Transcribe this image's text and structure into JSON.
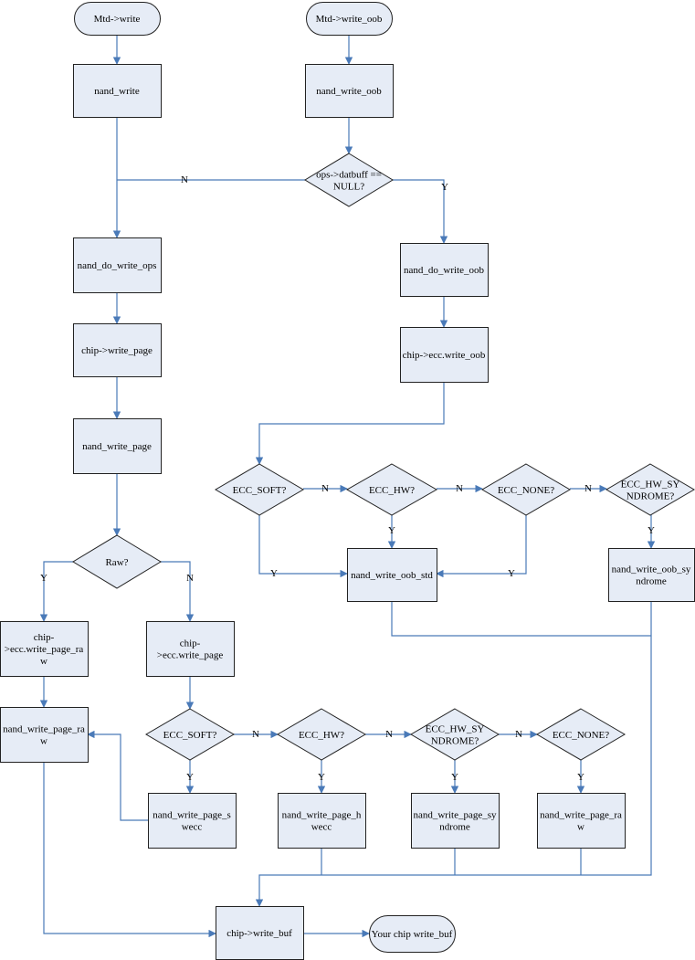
{
  "colors": {
    "box_fill": "#e6ecf6",
    "stroke": "#222222",
    "line": "#4a7ab8"
  },
  "nodes": {
    "mtd_write": {
      "lines": [
        "Mtd->write"
      ]
    },
    "mtd_write_oob": {
      "lines": [
        "Mtd->write_oob"
      ]
    },
    "nand_write": {
      "lines": [
        "nand_write"
      ]
    },
    "nand_write_oob": {
      "lines": [
        "nand_write_oob"
      ]
    },
    "datbuff_null": {
      "lines": [
        "ops->datbuff ==",
        "NULL?"
      ]
    },
    "nand_do_write_ops": {
      "lines": [
        "nand_do_write_ops"
      ]
    },
    "nand_do_write_oob": {
      "lines": [
        "nand_do_write_oob"
      ]
    },
    "chip_write_page": {
      "lines": [
        "chip->write_page"
      ]
    },
    "chip_ecc_write_oob": {
      "lines": [
        "chip->ecc.write_oob"
      ]
    },
    "nand_write_page": {
      "lines": [
        "nand_write_page"
      ]
    },
    "oob_ecc_soft": {
      "lines": [
        "ECC_SOFT?"
      ]
    },
    "oob_ecc_hw": {
      "lines": [
        "ECC_HW?"
      ]
    },
    "oob_ecc_none": {
      "lines": [
        "ECC_NONE?"
      ]
    },
    "oob_ecc_hw_syndrome": {
      "lines": [
        "ECC_HW_SY",
        "NDROME?"
      ]
    },
    "nand_write_oob_std": {
      "lines": [
        "nand_write_oob_std"
      ]
    },
    "nand_write_oob_syndrome": {
      "lines": [
        "nand_write_oob_sy",
        "ndrome"
      ]
    },
    "raw_decision": {
      "lines": [
        "Raw?"
      ]
    },
    "chip_ecc_write_page_raw": {
      "lines": [
        "chip-",
        ">ecc.write_page_ra",
        "w"
      ]
    },
    "chip_ecc_write_page": {
      "lines": [
        "chip-",
        ">ecc.write_page"
      ]
    },
    "nand_write_page_raw_left": {
      "lines": [
        "nand_write_page_ra",
        "w"
      ]
    },
    "page_ecc_soft": {
      "lines": [
        "ECC_SOFT?"
      ]
    },
    "page_ecc_hw": {
      "lines": [
        "ECC_HW?"
      ]
    },
    "page_ecc_hw_syndrome": {
      "lines": [
        "ECC_HW_SY",
        "NDROME?"
      ]
    },
    "page_ecc_none": {
      "lines": [
        "ECC_NONE?"
      ]
    },
    "nand_write_page_swecc": {
      "lines": [
        "nand_write_page_s",
        "wecc"
      ]
    },
    "nand_write_page_hwecc": {
      "lines": [
        "nand_write_page_h",
        "wecc"
      ]
    },
    "nand_write_page_syndrome": {
      "lines": [
        "nand_write_page_sy",
        "ndrome"
      ]
    },
    "nand_write_page_raw_right": {
      "lines": [
        "nand_write_page_ra",
        "w"
      ]
    },
    "chip_write_buf": {
      "lines": [
        "chip->write_buf"
      ]
    },
    "your_chip_write_buf": {
      "lines": [
        "Your chip write_buf"
      ]
    }
  },
  "edge_labels": {
    "datbuff_no": "N",
    "datbuff_yes": "Y",
    "oob_soft_no": "N",
    "oob_hw_no": "N",
    "oob_none_no": "N",
    "oob_soft_yes": "Y",
    "oob_hw_yes": "Y",
    "oob_none_yes": "Y",
    "oob_syn_yes": "Y",
    "raw_yes": "Y",
    "raw_no": "N",
    "page_soft_no": "N",
    "page_hw_no": "N",
    "page_syn_no": "N",
    "page_soft_yes": "Y",
    "page_hw_yes": "Y",
    "page_syn_yes": "Y",
    "page_none_yes": "Y"
  }
}
